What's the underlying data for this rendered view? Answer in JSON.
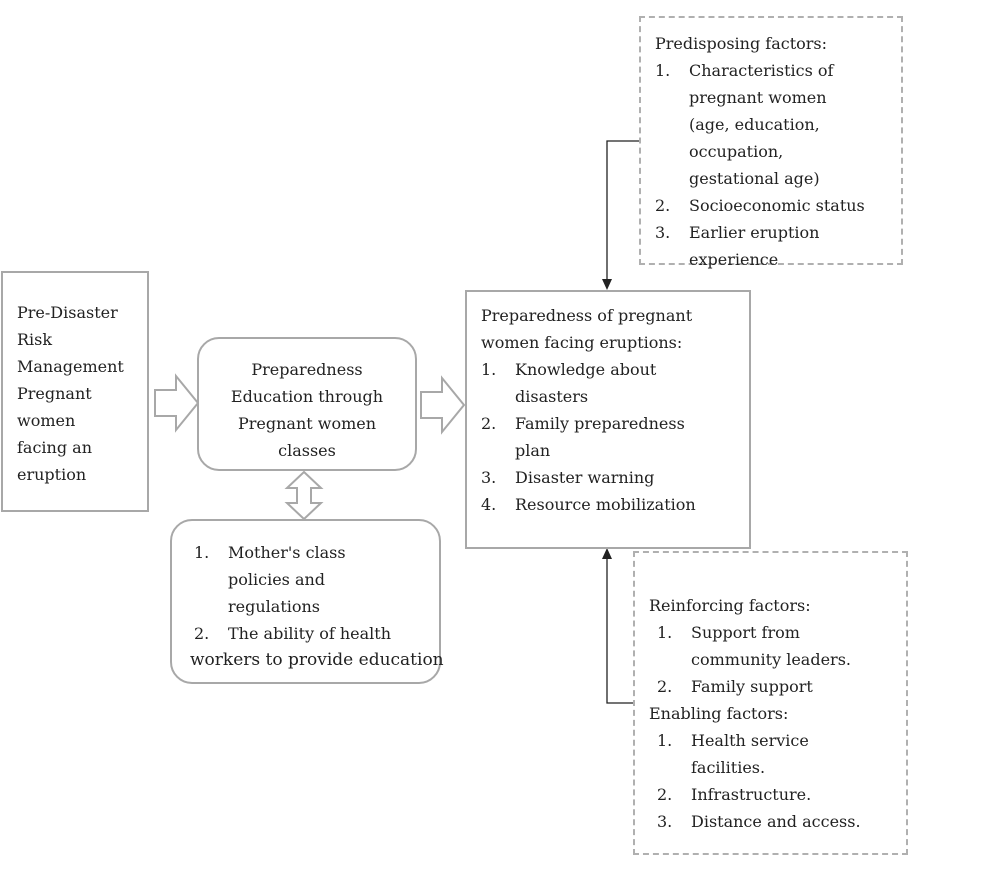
{
  "left_box": {
    "lines": [
      "Pre-Disaster",
      "Risk",
      "Management",
      "Pregnant",
      "women",
      "facing an",
      "eruption"
    ]
  },
  "education_box": {
    "lines": [
      "Preparedness",
      "Education through",
      "Pregnant women",
      "classes"
    ]
  },
  "class_factors": {
    "items": [
      {
        "num": "1.",
        "lines": [
          "Mother's class",
          "policies and",
          "regulations"
        ]
      },
      {
        "num": "2.",
        "lines": [
          "The ability of health"
        ]
      }
    ],
    "tail": "workers to provide education"
  },
  "preparedness_box": {
    "title_lines": [
      "Preparedness of pregnant",
      "women facing eruptions:"
    ],
    "items": [
      {
        "num": "1.",
        "lines": [
          "Knowledge about",
          "disasters"
        ]
      },
      {
        "num": "2.",
        "lines": [
          "Family preparedness",
          "plan"
        ]
      },
      {
        "num": "3.",
        "lines": [
          "Disaster warning"
        ]
      },
      {
        "num": "4.",
        "lines": [
          "Resource mobilization"
        ]
      }
    ]
  },
  "predisposing": {
    "title": "Predisposing factors:",
    "items": [
      {
        "num": "1.",
        "lines": [
          "Characteristics of",
          "pregnant women",
          "(age, education,",
          "occupation,",
          "gestational age)"
        ]
      },
      {
        "num": "2.",
        "lines": [
          "Socioeconomic status"
        ]
      },
      {
        "num": "3.",
        "lines": [
          "Earlier eruption",
          "experience"
        ]
      }
    ]
  },
  "reinforcing": {
    "title": "Reinforcing factors:",
    "items": [
      {
        "num": "1.",
        "lines": [
          "Support from",
          "community leaders."
        ]
      },
      {
        "num": "2.",
        "lines": [
          "Family support"
        ]
      }
    ]
  },
  "enabling": {
    "title": "Enabling factors:",
    "items": [
      {
        "num": "1.",
        "lines": [
          "Health service",
          "facilities."
        ]
      },
      {
        "num": "2.",
        "lines": [
          "Infrastructure."
        ]
      },
      {
        "num": "3.",
        "lines": [
          "Distance and access."
        ]
      }
    ]
  },
  "colors": {
    "border": "#a8a8a8",
    "dashed_border": "#b0b0b0",
    "connector": "#222222"
  }
}
